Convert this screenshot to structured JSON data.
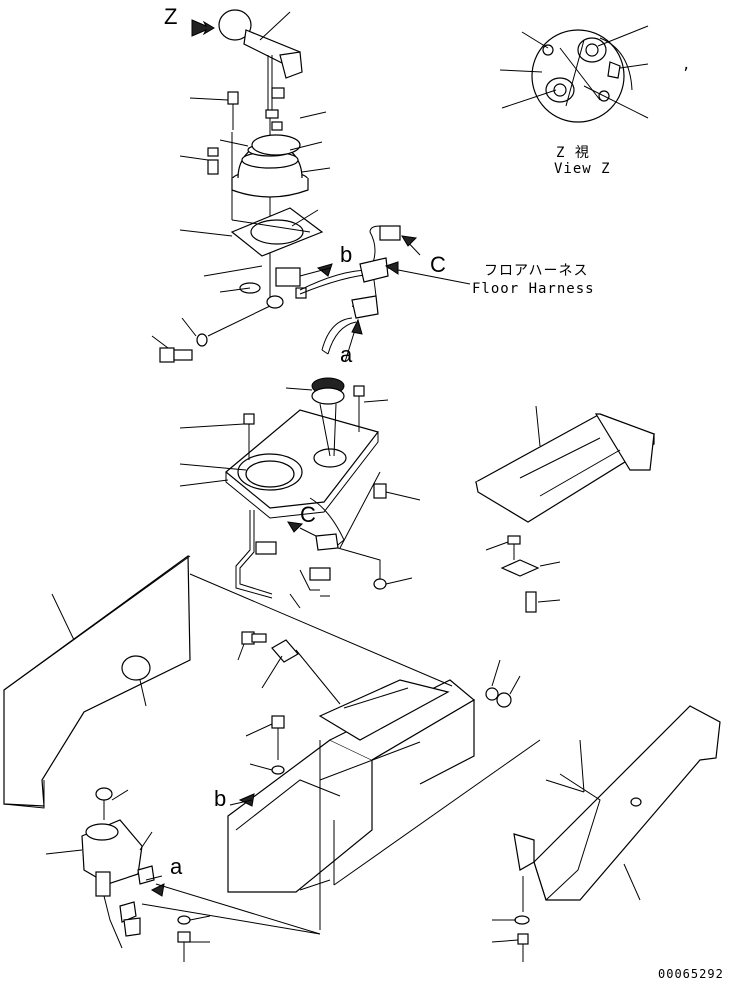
{
  "view_marker": "Z",
  "view_title_jp": "Z 視",
  "view_title_en": "View Z",
  "harness_jp": "フロアハーネス",
  "harness_en": "Floor Harness",
  "callouts": {
    "a1": "a",
    "a2": "a",
    "b1": "b",
    "b2": "b",
    "c1": "C",
    "c2": "C"
  },
  "stray_mark": ",",
  "drawing_number": "00065292"
}
